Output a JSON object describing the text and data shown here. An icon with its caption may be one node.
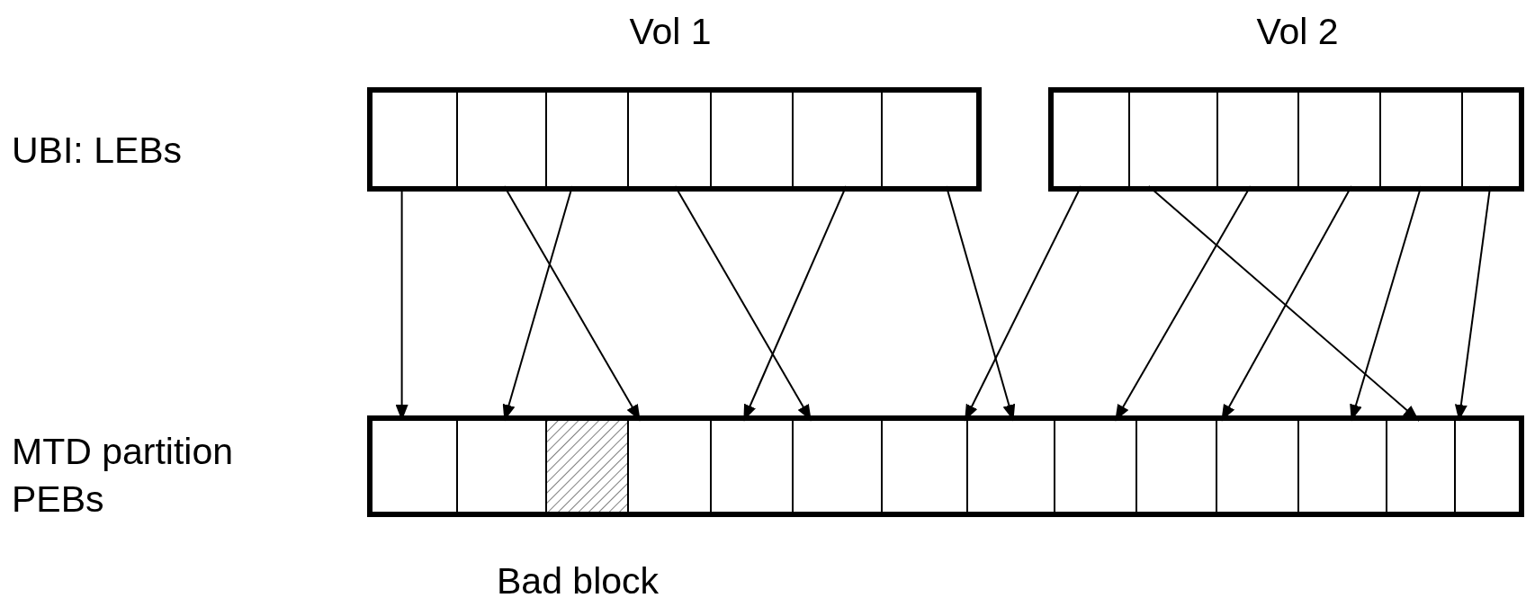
{
  "diagram": {
    "nodes": [
      {
        "text": [
          "Vol 1"
        ]
      },
      {
        "text": [],
        "shape": "box",
        "in": 0
      },
      {
        "text": [],
        "shape": "box",
        "in": 0
      },
      {
        "text": [],
        "shape": "box",
        "in": 0
      },
      {
        "text": [],
        "shape": "box",
        "in": 0
      },
      {
        "text": [],
        "shape": "box",
        "in": 0
      },
      {
        "text": [],
        "shape": "box",
        "in": 0
      },
      {
        "text": [],
        "shape": "box",
        "in": 0
      },
      {
        "text": [
          "Vol 2"
        ]
      },
      {
        "text": [],
        "shape": "box",
        "in": 8
      },
      {
        "text": [],
        "shape": "box",
        "in": 8
      },
      {
        "text": [],
        "shape": "box",
        "in": 8
      },
      {
        "text": [],
        "shape": "box",
        "in": 8
      },
      {
        "text": [],
        "shape": "box",
        "in": 8
      },
      {
        "text": [],
        "shape": "box",
        "in": 8
      },
      {
        "text": [],
        "shape": "box"
      },
      {
        "text": [],
        "shape": "box",
        "in": 15
      },
      {
        "text": [],
        "shape": "box",
        "in": 15
      },
      {
        "text": [],
        "shape": "box",
        "in": 15
      },
      {
        "text": [],
        "shape": "box",
        "in": 15
      },
      {
        "text": [],
        "shape": "box",
        "in": 15
      },
      {
        "text": [],
        "shape": "box",
        "in": 15
      },
      {
        "text": [],
        "shape": "box",
        "in": 15
      },
      {
        "text": [],
        "shape": "box",
        "in": 15
      },
      {
        "text": [],
        "shape": "box",
        "in": 15
      },
      {
        "text": [],
        "shape": "box",
        "in": 15
      },
      {
        "text": [],
        "shape": "box",
        "in": 15
      },
      {
        "text": [],
        "shape": "box",
        "in": 15
      },
      {
        "text": [],
        "shape": "box",
        "in": 15
      },
      {
        "text": [],
        "shape": "box",
        "in": 15
      }
    ],
    "edges": [
      {
        "from": 1,
        "to": 16,
        "arrow": "to"
      },
      {
        "from": 2,
        "to": 19,
        "arrow": "to"
      },
      {
        "from": 3,
        "to": 17,
        "arrow": "to"
      },
      {
        "from": 4,
        "to": 21,
        "arrow": "to"
      },
      {
        "from": 6,
        "to": 20,
        "arrow": "to"
      },
      {
        "from": 7,
        "to": 23,
        "arrow": "to"
      },
      {
        "from": 9,
        "to": 22,
        "arrow": "to"
      },
      {
        "from": 10,
        "to": 28,
        "arrow": "to"
      },
      {
        "from": 11,
        "to": 24,
        "arrow": "to"
      },
      {
        "from": 12,
        "to": 26,
        "arrow": "to"
      },
      {
        "from": 13,
        "to": 27,
        "arrow": "to"
      },
      {
        "from": 14,
        "to": 29,
        "arrow": "to"
      }
    ],
    "labels": [
      "UBI: LEBs",
      "MTD partition PEBs",
      "Bad block"
    ]
  }
}
